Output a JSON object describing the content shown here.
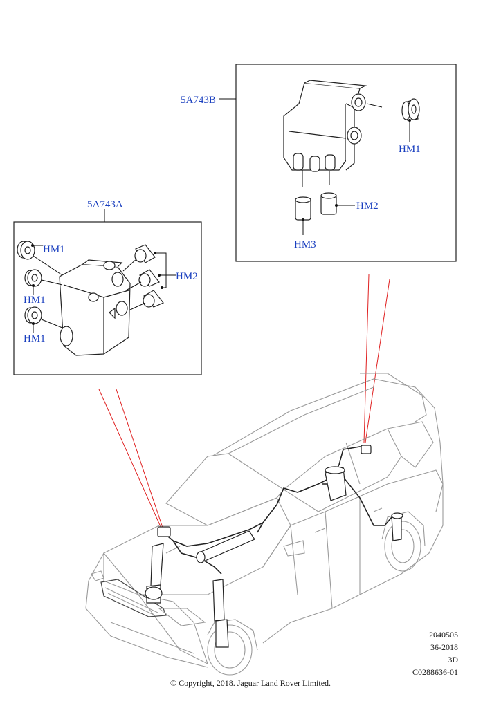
{
  "labels": {
    "assembly_b": "5A743B",
    "assembly_a": "5A743A",
    "hm1": "HM1",
    "hm2": "HM2",
    "hm3": "HM3"
  },
  "meta": {
    "line1": "2040505",
    "line2": "36-2018",
    "line3": "3D",
    "line4": "C0288636-01"
  },
  "copyright": "© Copyright, 2018. Jaguar Land Rover Limited.",
  "colors": {
    "callout_text": "#1a3fbf",
    "highlight_lines": "#e02020"
  }
}
